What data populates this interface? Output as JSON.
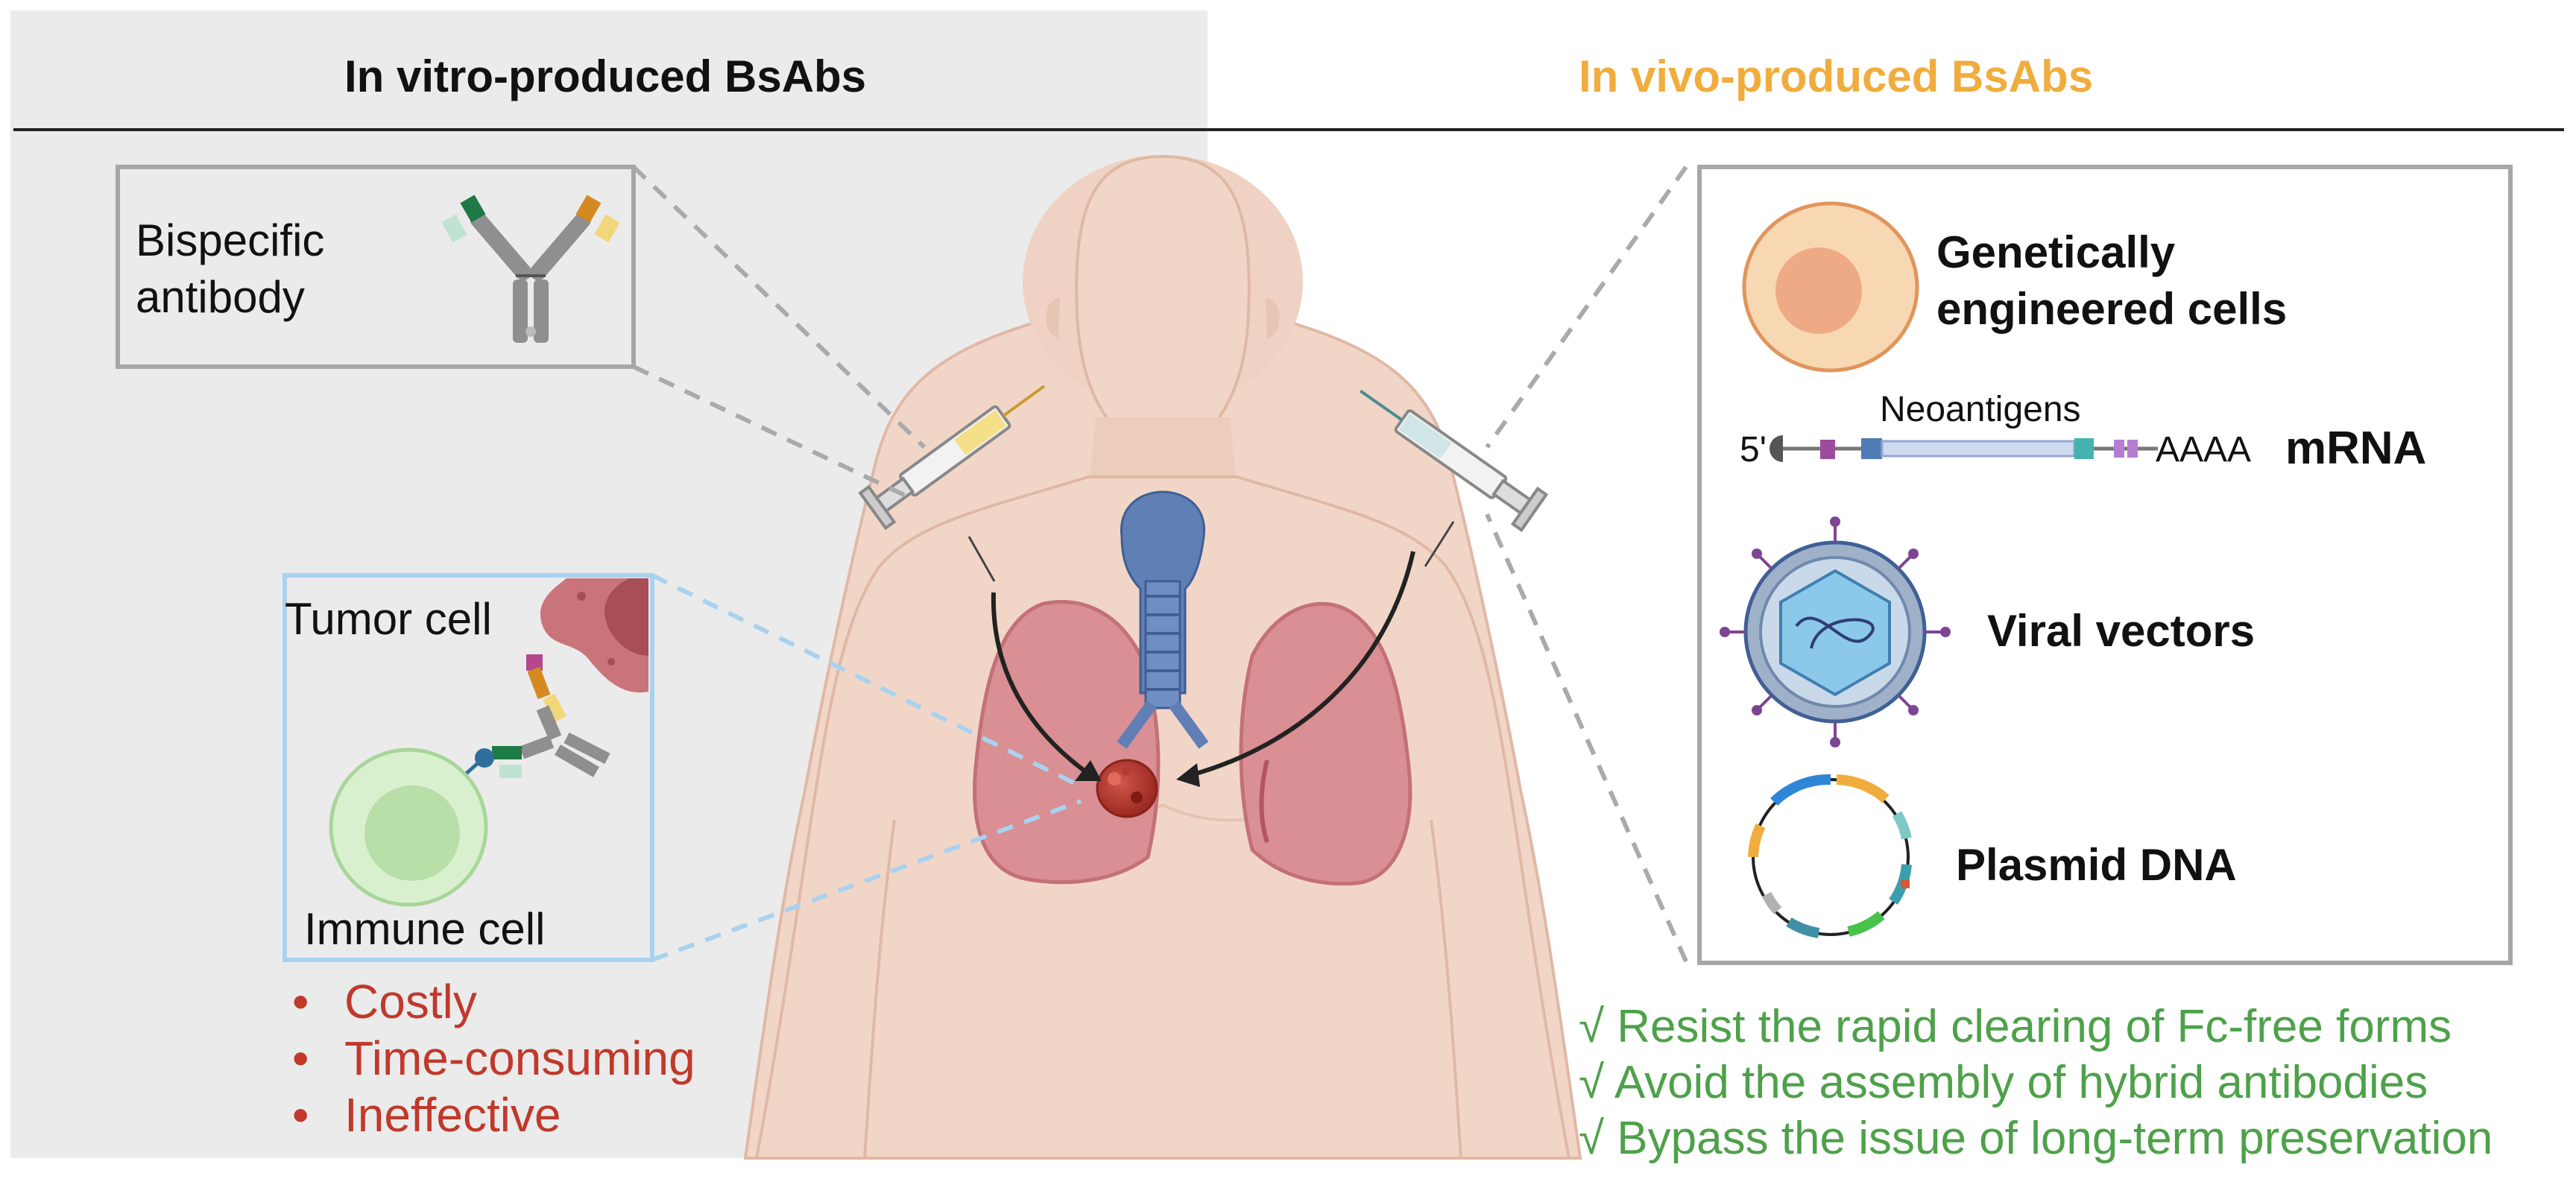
{
  "header": {
    "left_title": "In vitro-produced BsAbs",
    "right_title": "In vivo-produced BsAbs",
    "right_title_color": "#f0ad3e"
  },
  "left_panel": {
    "bsab_label_line1": "Bispecific",
    "bsab_label_line2": "antibody",
    "tumor_label": "Tumor cell",
    "immune_label": "Immune cell",
    "drawbacks": [
      "Costly",
      "Time-consuming",
      "Ineffective"
    ],
    "drawback_color": "#c0392b"
  },
  "right_panel": {
    "cells_line1": "Genetically",
    "cells_line2": "engineered cells",
    "mrna_label": "mRNA",
    "mrna_neo": "Neoantigens",
    "mrna_5prime": "5'",
    "mrna_polya": "AAAA",
    "viral_label": "Viral vectors",
    "plasmid_label": "Plasmid DNA"
  },
  "advantages": [
    "√ Resist the rapid clearing of Fc-free forms",
    "√ Avoid the assembly of hybrid antibodies",
    "√ Bypass the issue of long-term preservation"
  ],
  "advantage_color": "#4ea14a",
  "icons": [
    "antibody-icon",
    "syringe-icon",
    "tumor-icon",
    "cell-icon",
    "virus-icon",
    "plasmid-icon",
    "mrna-icon",
    "human-body-icon",
    "lungs-icon",
    "trachea-icon"
  ]
}
